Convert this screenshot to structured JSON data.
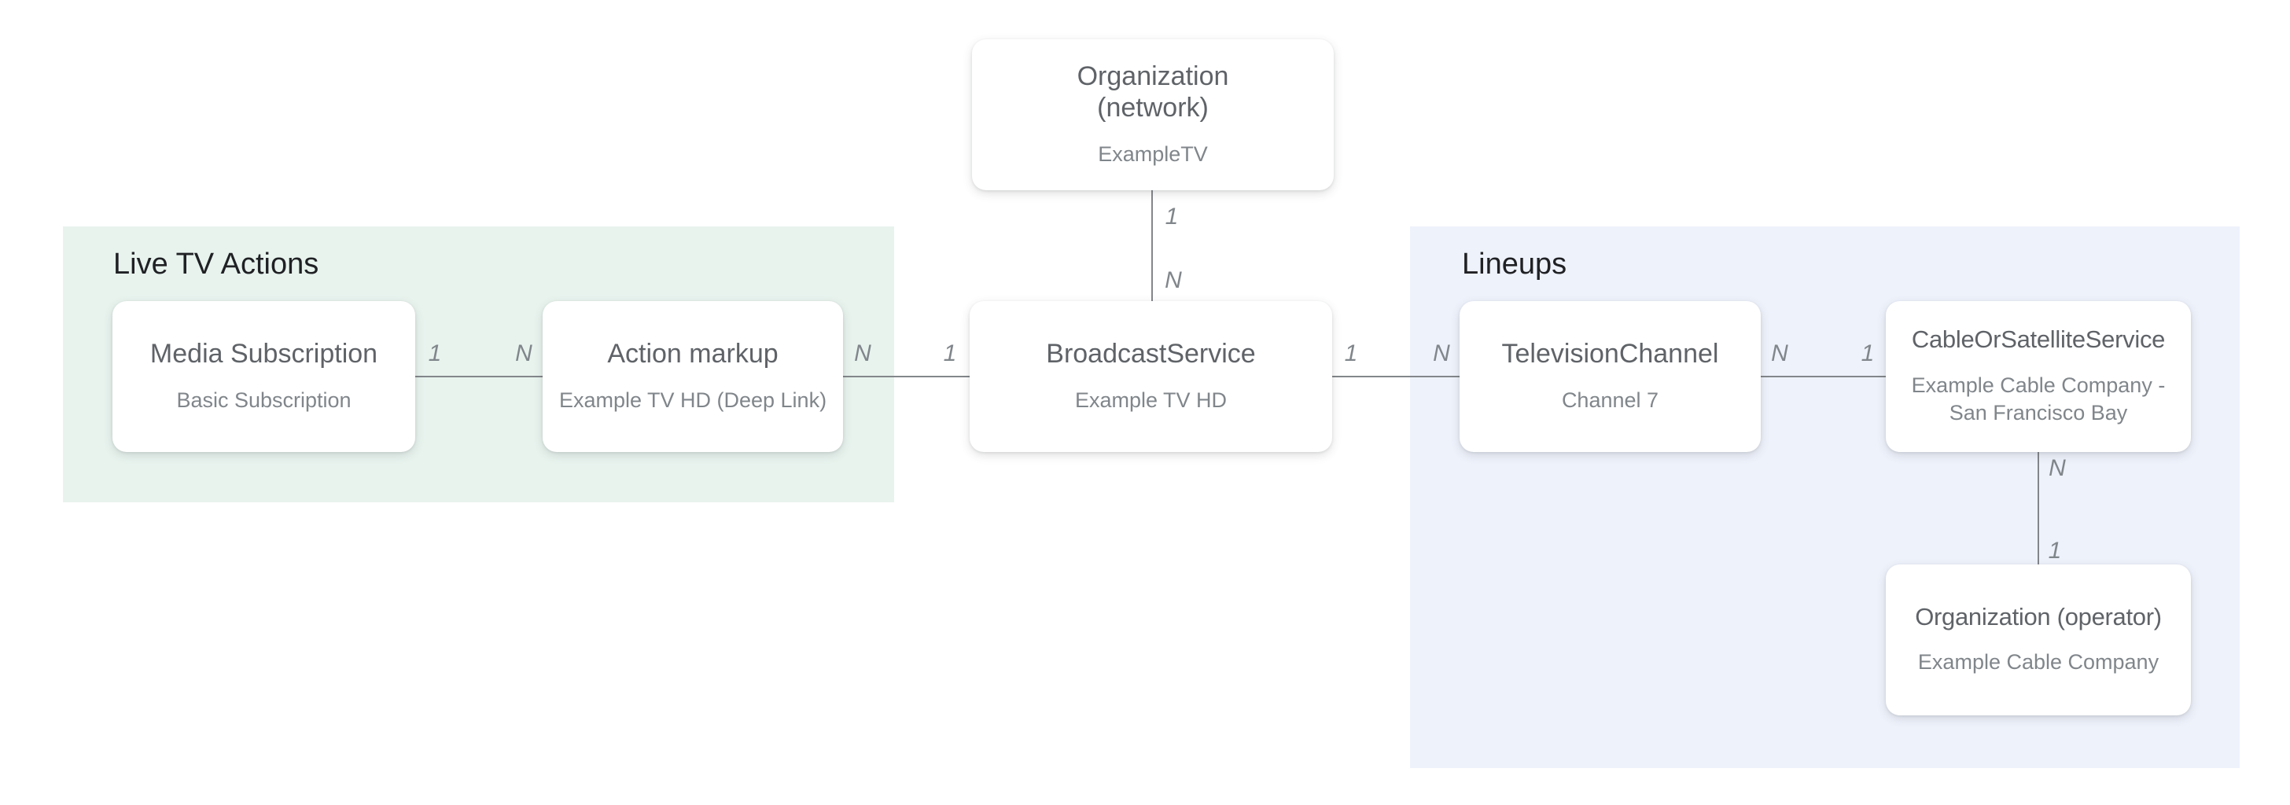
{
  "regions": {
    "live_tv": {
      "label": "Live TV Actions",
      "bg": "#e8f3ee"
    },
    "lineups": {
      "label": "Lineups",
      "bg": "#eef2fb"
    }
  },
  "nodes": {
    "org_network": {
      "title": "Organization (network)",
      "subtitle": "ExampleTV"
    },
    "media_subscription": {
      "title": "Media Subscription",
      "subtitle": "Basic Subscription"
    },
    "action_markup": {
      "title": "Action markup",
      "subtitle": "Example TV HD (Deep Link)"
    },
    "broadcast_service": {
      "title": "BroadcastService",
      "subtitle": "Example TV HD"
    },
    "television_channel": {
      "title": "TelevisionChannel",
      "subtitle": "Channel 7"
    },
    "cable_or_satellite_service": {
      "title": "CableOrSatelliteService",
      "subtitle": "Example Cable Company - San Francisco Bay"
    },
    "org_operator": {
      "title": "Organization (operator)",
      "subtitle": "Example Cable Company"
    }
  },
  "edges": {
    "media_to_action": {
      "start": "1",
      "end": "N"
    },
    "action_to_broadcast": {
      "start": "N",
      "end": "1"
    },
    "network_to_broadcast": {
      "start": "1",
      "end": "N"
    },
    "broadcast_to_television": {
      "start": "1",
      "end": "N"
    },
    "television_to_cable": {
      "start": "N",
      "end": "1"
    },
    "cable_to_operator": {
      "start": "N",
      "end": "1"
    }
  },
  "colors": {
    "live_tv_region_bg": "#e8f3ee",
    "lineups_region_bg": "#eef2fb",
    "node_bg": "#ffffff",
    "edge_line": "#83878b",
    "node_title_text": "#5f6368",
    "node_subtitle_text": "#80868b",
    "region_heading_text": "#202124",
    "cardinality_text": "#80868b"
  }
}
